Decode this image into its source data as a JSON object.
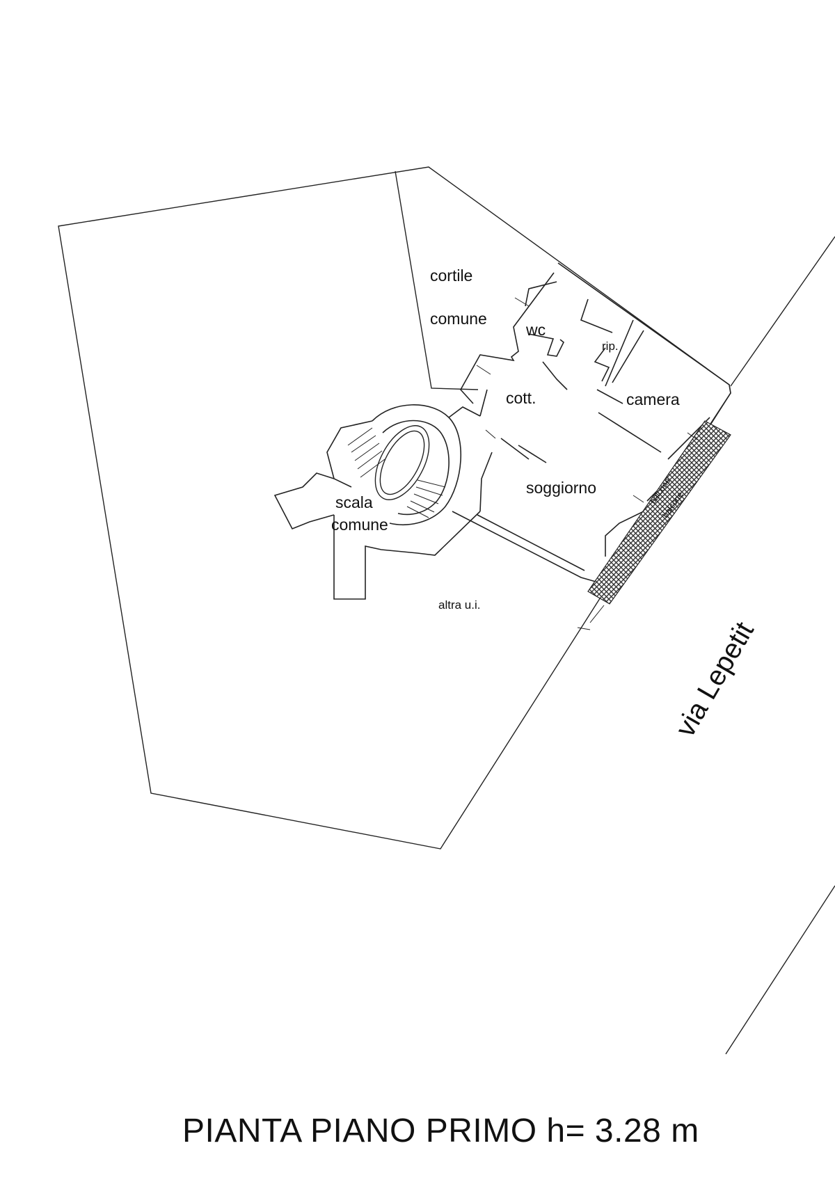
{
  "plan": {
    "rooms": {
      "cortile": "cortile",
      "comune_cortile": "comune",
      "wc": "wc",
      "rip": "rip.",
      "cott": "cott.",
      "camera": "camera",
      "soggiorno": "soggiorno",
      "scala": "scala",
      "comune_scala": "comune",
      "altra": "altra u.i.",
      "balcone_a": "balcone",
      "balcone_b": "balcone"
    },
    "street": "via Lepetit",
    "title": "PIANTA PIANO PRIMO h= 3.28 m"
  }
}
